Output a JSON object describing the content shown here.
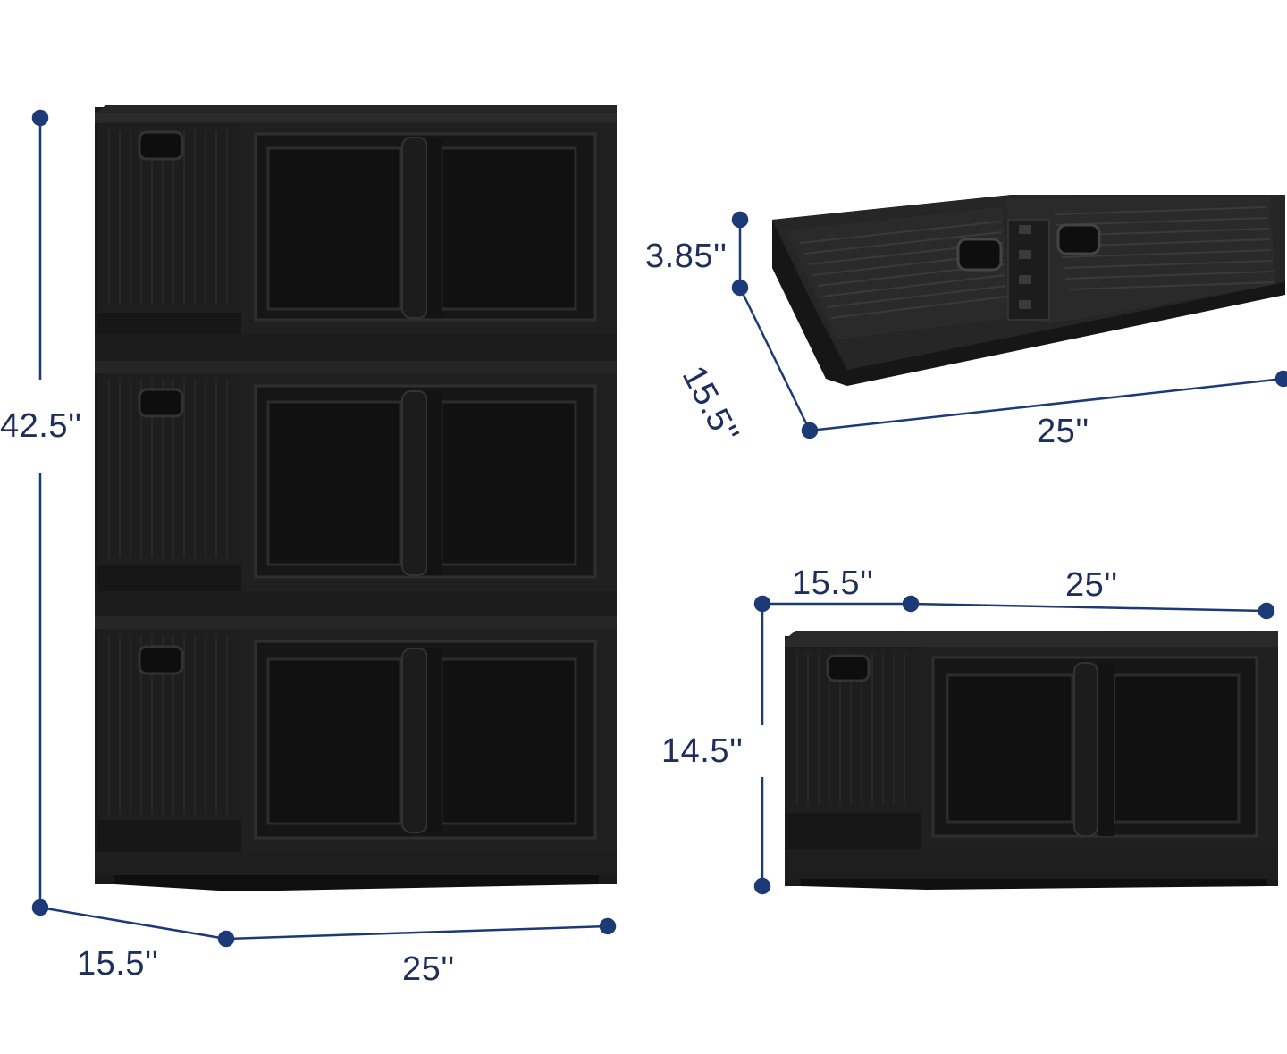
{
  "colors": {
    "dimension_line": "#1d3a78",
    "dimension_text": "#1f2f5c",
    "plastic_dark": "#151515",
    "plastic_mid": "#222222",
    "plastic_edge": "#2e2e2e",
    "background": "#ffffff"
  },
  "stacked_unit": {
    "tiers": 3,
    "height_label": "42.5''",
    "depth_label": "15.5''",
    "width_label": "25''"
  },
  "folded_unit": {
    "height_label": "3.85''",
    "depth_label": "15.5''",
    "width_label": "25''"
  },
  "single_unit": {
    "depth_label": "15.5''",
    "width_label": "25''",
    "height_label": "14.5''"
  }
}
